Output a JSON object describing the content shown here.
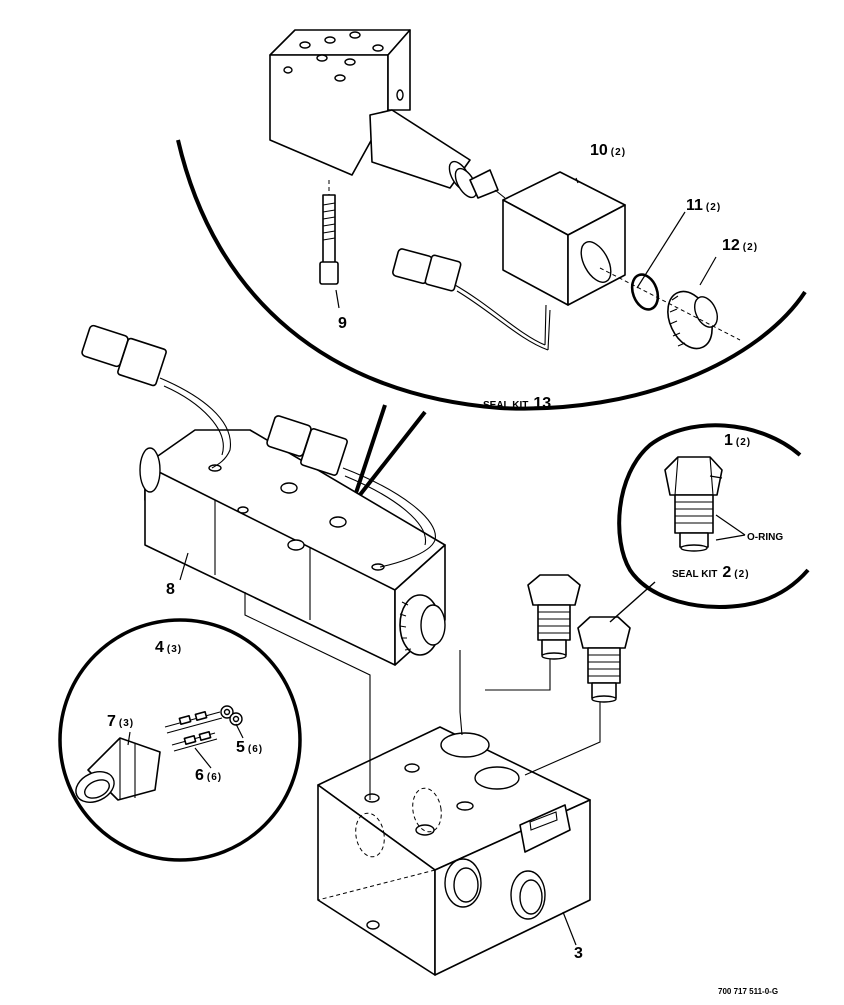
{
  "callouts": {
    "c1": {
      "num": "1",
      "qty": "(2)"
    },
    "c2": {
      "num": "2",
      "qty": "(2)"
    },
    "c3": {
      "num": "3"
    },
    "c4": {
      "num": "4",
      "qty": "(3)"
    },
    "c5": {
      "num": "5",
      "qty": "(6)"
    },
    "c6": {
      "num": "6",
      "qty": "(6)"
    },
    "c7": {
      "num": "7",
      "qty": "(3)"
    },
    "c8": {
      "num": "8"
    },
    "c9": {
      "num": "9"
    },
    "c10": {
      "num": "10",
      "qty": "(2)"
    },
    "c11": {
      "num": "11",
      "qty": "(2)"
    },
    "c12": {
      "num": "12",
      "qty": "(2)"
    },
    "c13": {
      "num": "13"
    }
  },
  "labels": {
    "seal_kit_top": "SEAL KIT",
    "seal_kit_right": "SEAL KIT",
    "o_ring": "O-RING"
  },
  "footer": {
    "drawing_number": "700 717 511-0-G"
  }
}
